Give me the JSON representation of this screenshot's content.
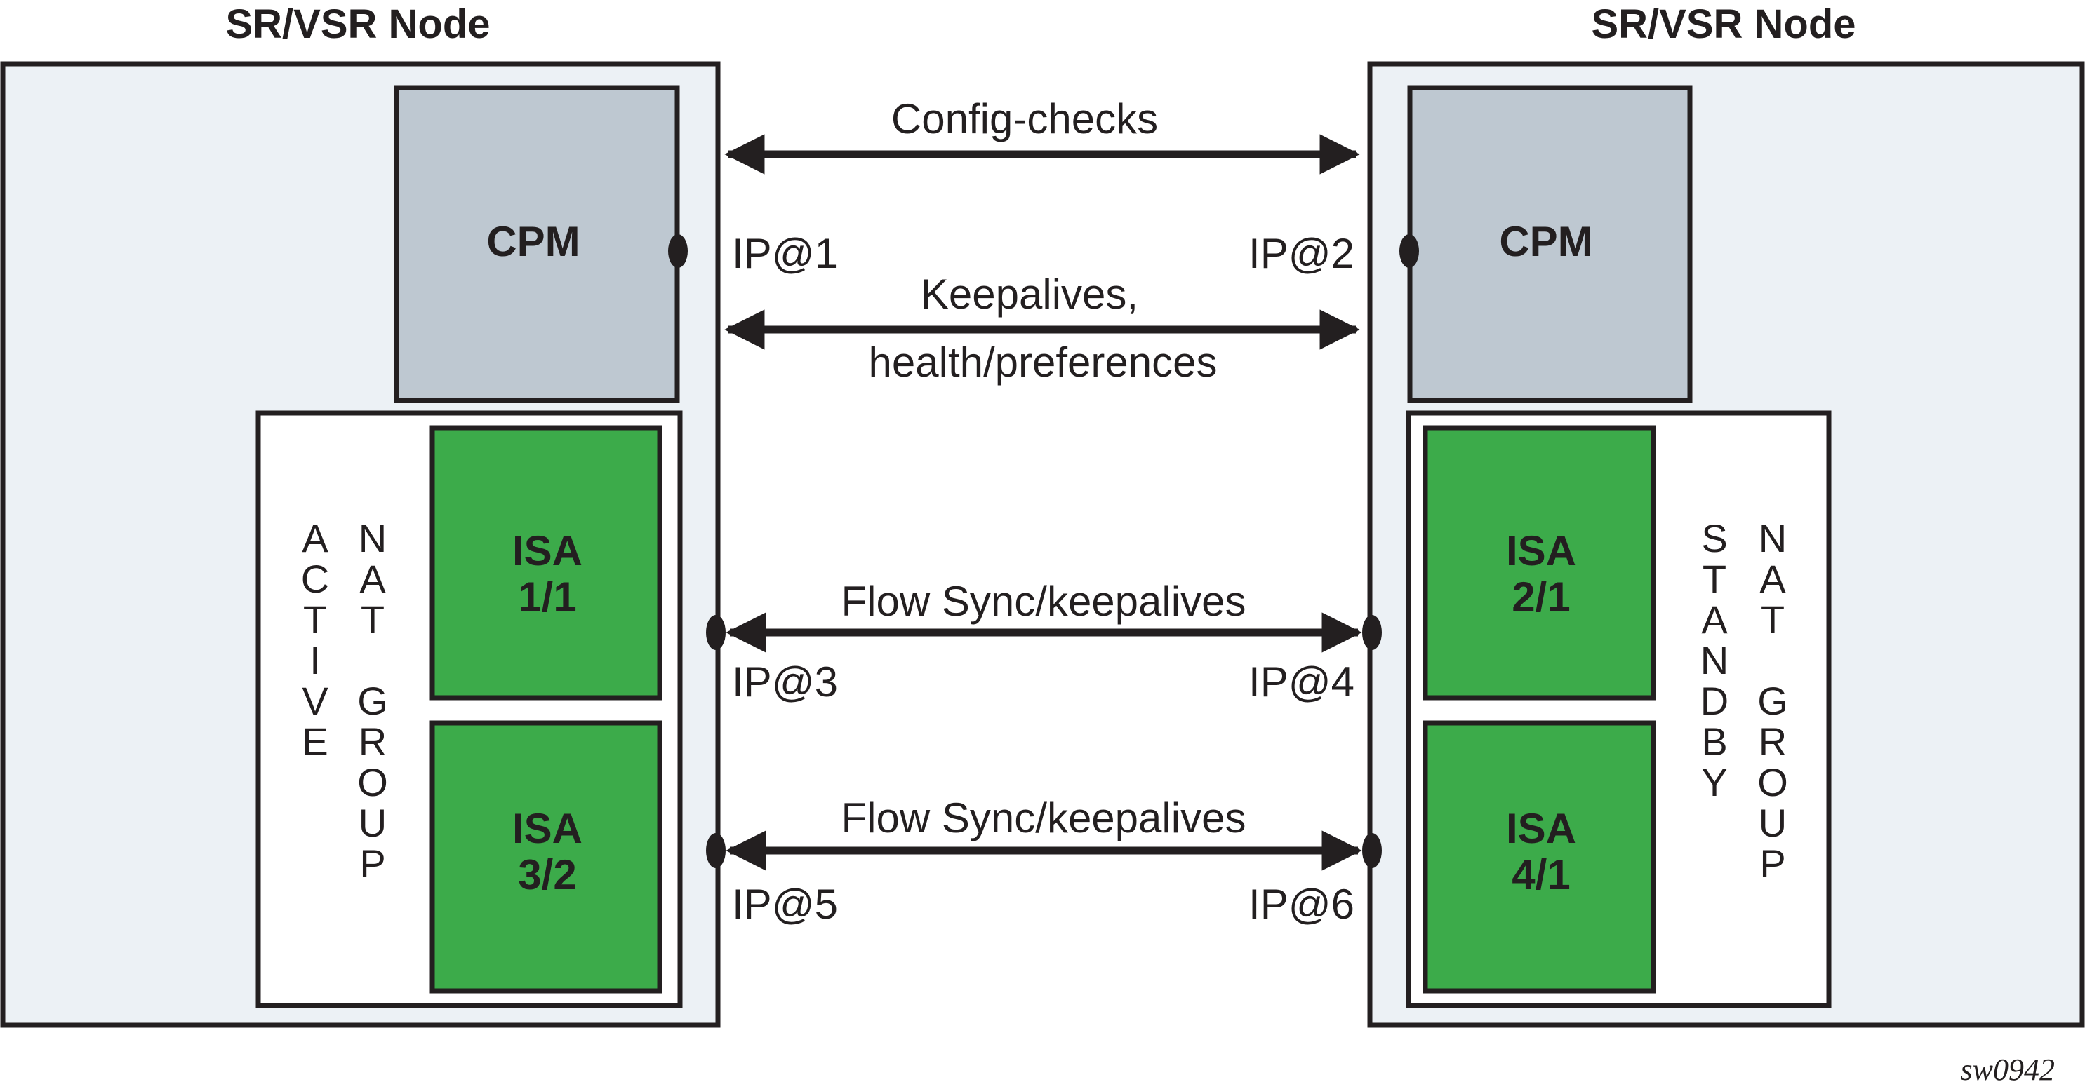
{
  "colors": {
    "node_bg": "#ecf1f5",
    "cpm_fill": "#bec8d1",
    "isa_fill": "#3cab4a",
    "group_bg": "#ffffff",
    "stroke": "#231f20"
  },
  "nodes": [
    {
      "title": "SR/VSR Node",
      "cpm_label": "CPM",
      "group_word1": "ACTIVE",
      "group_word2": "NAT GROUP",
      "isas": [
        {
          "line1": "ISA",
          "line2": "1/1"
        },
        {
          "line1": "ISA",
          "line2": "3/2"
        }
      ]
    },
    {
      "title": "SR/VSR Node",
      "cpm_label": "CPM",
      "group_word1": "STANDBY",
      "group_word2": "NAT GROUP",
      "isas": [
        {
          "line1": "ISA",
          "line2": "2/1"
        },
        {
          "line1": "ISA",
          "line2": "4/1"
        }
      ]
    }
  ],
  "links": [
    {
      "label_above": "Config-checks",
      "label_below": "",
      "left_ip": "",
      "right_ip": ""
    },
    {
      "label_above": "Keepalives,",
      "label_below": "health/preferences",
      "left_ip": "IP@1",
      "right_ip": "IP@2"
    },
    {
      "label_above": "Flow Sync/keepalives",
      "label_below": "",
      "left_ip": "IP@3",
      "right_ip": "IP@4"
    },
    {
      "label_above": "Flow Sync/keepalives",
      "label_below": "",
      "left_ip": "IP@5",
      "right_ip": "IP@6"
    }
  ],
  "figure_id": "sw0942"
}
